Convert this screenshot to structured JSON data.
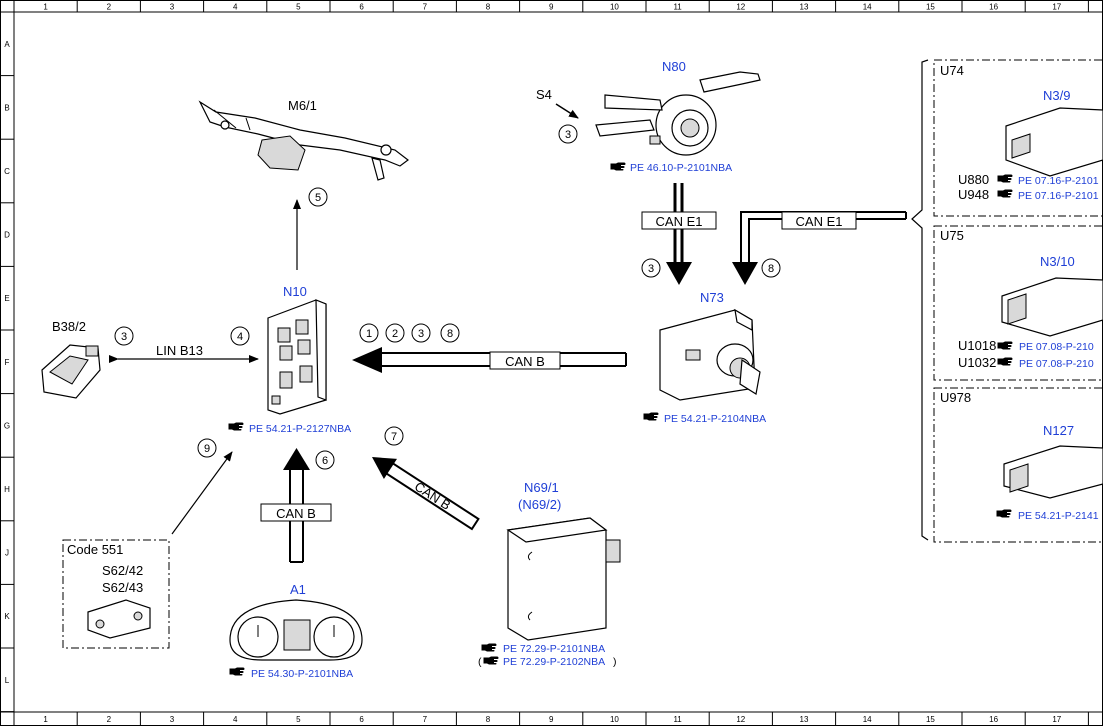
{
  "border": {
    "columns": [
      "1",
      "2",
      "3",
      "4",
      "5",
      "6",
      "7",
      "8",
      "9",
      "10",
      "11",
      "12",
      "13",
      "14",
      "15",
      "16",
      "17"
    ],
    "rows": [
      "A",
      "B",
      "C",
      "D",
      "E",
      "F",
      "G",
      "H",
      "J",
      "K",
      "L"
    ]
  },
  "components": {
    "M6_1": "M6/1",
    "N80": "N80",
    "S4": "S4",
    "N10": "N10",
    "B38_2": "B38/2",
    "N73": "N73",
    "N69_1": "N69/1",
    "N69_2": "(N69/2)",
    "A1": "A1",
    "N3_9": "N3/9",
    "N3_10": "N3/10",
    "N127": "N127",
    "code551": "Code 551",
    "S62_42": "S62/42",
    "S62_43": "S62/43"
  },
  "groups": {
    "U74": "U74",
    "U75": "U75",
    "U978": "U978"
  },
  "variants": {
    "U880": "U880",
    "U948": "U948",
    "U1018": "U1018",
    "U1032": "U1032"
  },
  "buses": {
    "can_e1_top": "CAN E1",
    "can_e1_right": "CAN E1",
    "can_b_n73": "CAN B",
    "can_b_a1": "CAN B",
    "can_b_n69": "CAN B",
    "lin_b13": "LIN B13"
  },
  "circled": {
    "c5": "5",
    "c3_s4": "3",
    "c3_b38": "3",
    "c4_n10": "4",
    "c1": "1",
    "c2": "2",
    "c3_mid": "3",
    "c8_mid": "8",
    "c3_n73": "3",
    "c8_n73": "8",
    "c7": "7",
    "c6": "6",
    "c9": "9"
  },
  "references": {
    "n80": "PE 46.10-P-2101NBA",
    "n10": "PE 54.21-P-2127NBA",
    "n73": "PE 54.21-P-2104NBA",
    "n69_1": "PE 72.29-P-2101NBA",
    "n69_2_open": "(",
    "n69_2": "PE 72.29-P-2102NBA",
    "n69_2_close": ")",
    "a1": "PE 54.30-P-2101NBA",
    "u880": "PE 07.16-P-2101",
    "u948": "PE 07.16-P-2101",
    "u1018": "PE 07.08-P-210",
    "u1032": "PE 07.08-P-210",
    "n127": "PE 54.21-P-2141"
  },
  "icons": [
    "reference-hand-icon"
  ]
}
